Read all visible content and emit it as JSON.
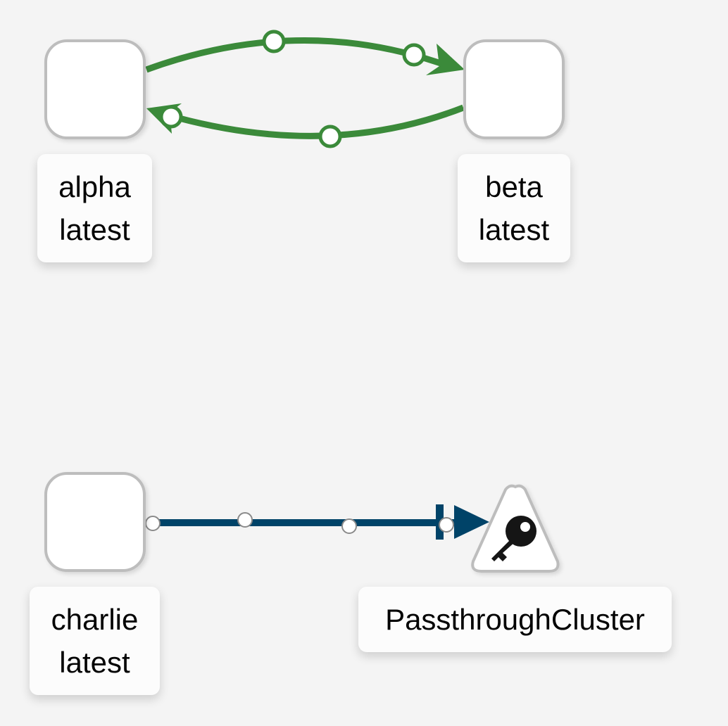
{
  "nodes": [
    {
      "id": "alpha",
      "name": "alpha",
      "version": "latest",
      "kind": "workload"
    },
    {
      "id": "beta",
      "name": "beta",
      "version": "latest",
      "kind": "workload"
    },
    {
      "id": "charlie",
      "name": "charlie",
      "version": "latest",
      "kind": "workload"
    },
    {
      "id": "passthrough",
      "name": "PassthroughCluster",
      "kind": "service",
      "icon": "key-icon"
    }
  ],
  "edges": [
    {
      "from": "alpha",
      "to": "beta",
      "status": "healthy",
      "color": "#3b8a3a"
    },
    {
      "from": "beta",
      "to": "alpha",
      "status": "healthy",
      "color": "#3b8a3a"
    },
    {
      "from": "charlie",
      "to": "passthrough",
      "status": "tcp",
      "color": "#004368"
    }
  ],
  "colors": {
    "background": "#f4f4f4",
    "node_border": "#bdbdbd",
    "node_fill": "#ffffff",
    "healthy_edge": "#3b8a3a",
    "tcp_edge": "#004368",
    "icon": "#151515"
  }
}
